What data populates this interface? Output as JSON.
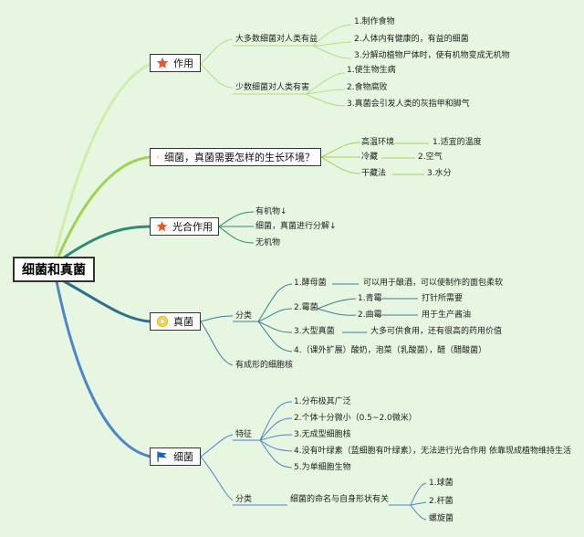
{
  "root": "细菌和真菌",
  "topics": {
    "zuoyong": "作用",
    "huanjing": "细菌，真菌需要怎样的生长环境？",
    "guanghe": "光合作用",
    "zhenjun": "真菌",
    "xijun": "细菌"
  },
  "zuoyong": {
    "good": "大多数细菌对人类有益",
    "good_items": [
      "1.制作食物",
      "2.人体内有健康的，有益的细菌",
      "3.分解动植物尸体时，使有机物变成无机物"
    ],
    "bad": "少数细菌对人类有害",
    "bad_items": [
      "1.使生物生病",
      "2.食物腐败",
      "3.真菌会引发人类的灰指甲和脚气"
    ]
  },
  "huanjing": {
    "methods": [
      "高温环境",
      "冷藏",
      "干藏法"
    ],
    "needs": [
      "1.适宜的温度",
      "2.空气",
      "3.水分"
    ]
  },
  "guanghe": {
    "items": [
      "有机物↓",
      "细菌，真菌进行分解↓",
      "无机物"
    ]
  },
  "zhenjun": {
    "fenlei": "分类",
    "items": [
      "1.酵母菌",
      "2.霉菌",
      "3.大型真菌",
      "4.（课外扩展）酸奶，泡菜（乳酸菌），醋（醋酸菌）"
    ],
    "jiaomu_desc": "可以用于酿酒，可以使制作的面包柔软",
    "mei_items": [
      "1.青霉",
      "2.曲霉"
    ],
    "mei_desc": [
      "打针所需要",
      "用于生产酱油"
    ],
    "daxing_desc": "大多可供食用，还有很高的药用价值",
    "nucleus": "有成形的细胞核"
  },
  "xijun": {
    "tezheng": "特征",
    "traits": [
      "1.分布极其广泛",
      "2.个体十分微小（0.5~2.0微米）",
      "3.无成型细胞核",
      "4.没有叶绿素（蓝细胞有叶绿素），无法进行光合作用 依靠现成植物维持生活",
      "5.为单细胞生物"
    ],
    "fenlei": "分类",
    "naming": "细菌的命名与自身形状有关",
    "shapes": [
      "1.球菌",
      "2.杆菌",
      "螺旋菌"
    ]
  },
  "colors": {
    "background": "#e6f6e0",
    "branch_light": "#c9e98f",
    "branch_yellow": "#9ed44f",
    "branch_teal": "#2e8b74",
    "branch_blue": "#4a86c8",
    "star": "#e8532a",
    "sun": "#f0b400",
    "flag": "#1565c0"
  },
  "icons": [
    "star-icon",
    "lightbulb-icon",
    "star-icon",
    "sun-badge-icon",
    "flag-icon"
  ]
}
